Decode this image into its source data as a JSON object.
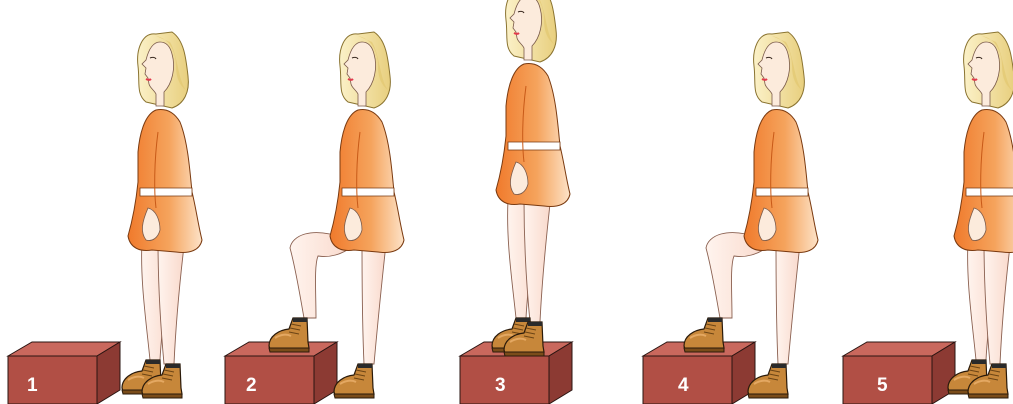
{
  "steps": [
    {
      "label": "1"
    },
    {
      "label": "2"
    },
    {
      "label": "3"
    },
    {
      "label": "4"
    },
    {
      "label": "5"
    }
  ],
  "colors": {
    "box_front": "#B14F45",
    "box_top": "#C9685D",
    "box_side": "#8C3A33",
    "box_outline": "#2a1411",
    "dress_light": "#FBD7B6",
    "dress_dark": "#F07A2C",
    "skin": "#FCEBDC",
    "leg": "#FCE6DC",
    "hair": "#F7E7A8",
    "hair_shade": "#E3C871",
    "belt": "#FFFFFF",
    "boot": "#C7873A",
    "boot_dark": "#8A5820",
    "sock": "#2a2a2a",
    "lips": "#E23A4C"
  },
  "figure_icon": "woman-profile-figure",
  "box_icon": "step-box"
}
